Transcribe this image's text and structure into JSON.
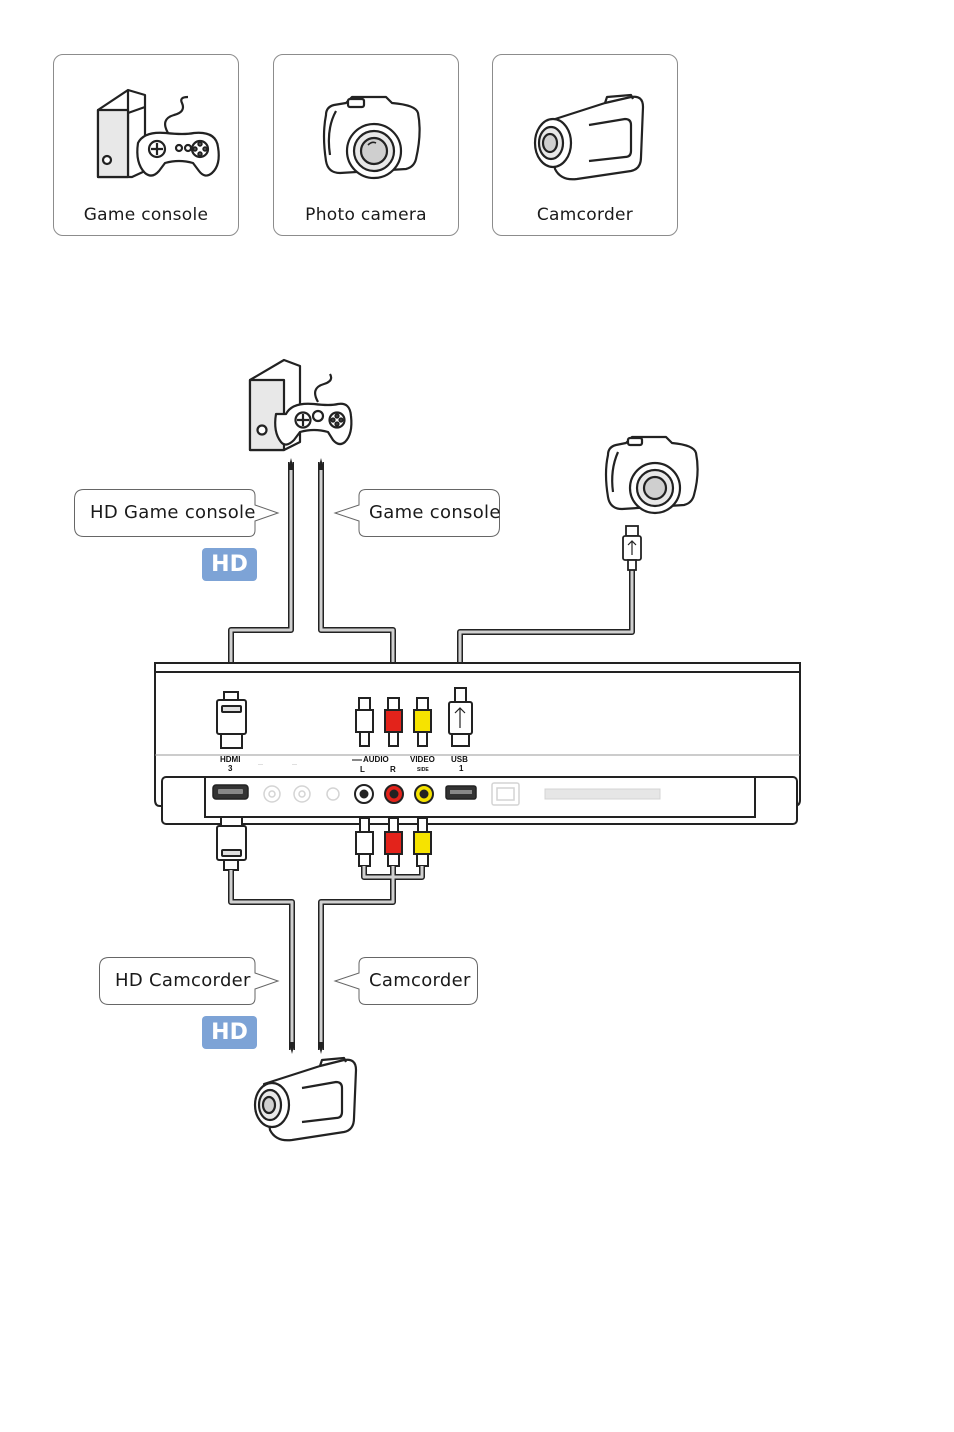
{
  "cards": [
    {
      "label": "Game console",
      "icon": "game-console-icon"
    },
    {
      "label": "Photo camera",
      "icon": "photo-camera-icon"
    },
    {
      "label": "Camcorder",
      "icon": "camcorder-icon"
    }
  ],
  "callouts": {
    "hd_game_console": "HD Game console",
    "game_console": "Game console",
    "hd_camcorder": "HD Camcorder",
    "camcorder": "Camcorder"
  },
  "hd_badge": "HD",
  "ports": {
    "hdmi": "HDMI",
    "hdmi_num": "3",
    "audio": "AUDIO",
    "audio_l": "L",
    "audio_r": "R",
    "video": "VIDEO",
    "video_side": "SIDE",
    "usb": "USB",
    "usb_num": "1"
  },
  "colors": {
    "hd_badge": "#7da3d6",
    "cable_red": "#e3231b",
    "cable_yellow": "#f6e300",
    "cable_white": "#ffffff",
    "outline": "#222222"
  }
}
